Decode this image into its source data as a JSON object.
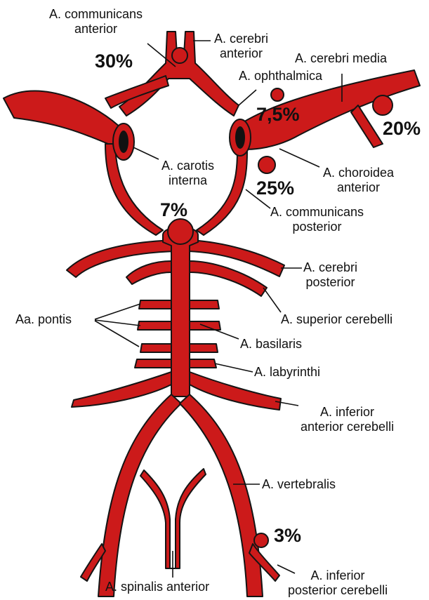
{
  "colors": {
    "vessel": "#cc1a1a",
    "vessel_outline": "#141414",
    "text": "#111111",
    "background": "#ffffff"
  },
  "labels": {
    "communicans_anterior": [
      "A. communicans",
      "anterior"
    ],
    "cerebri_anterior": [
      "A. cerebri",
      "anterior"
    ],
    "cerebri_media": [
      "A. cerebri media"
    ],
    "ophthalmica": [
      "A. ophthalmica"
    ],
    "carotis_interna": [
      "A. carotis",
      "interna"
    ],
    "choroidea_anterior": [
      "A. choroidea",
      "anterior"
    ],
    "communicans_posterior": [
      "A. communicans",
      "posterior"
    ],
    "cerebri_posterior": [
      "A. cerebri",
      "posterior"
    ],
    "pontis": [
      "Aa. pontis"
    ],
    "superior_cerebelli": [
      "A. superior cerebelli"
    ],
    "basilaris": [
      "A. basilaris"
    ],
    "labyrinthi": [
      "A. labyrinthi"
    ],
    "inferior_anterior_cerebelli": [
      "A. inferior",
      "anterior cerebelli"
    ],
    "vertebralis": [
      "A. vertebralis"
    ],
    "spinalis_anterior": [
      "A. spinalis anterior"
    ],
    "inferior_posterior_cerebelli": [
      "A. inferior",
      "posterior cerebelli"
    ]
  },
  "percentages": {
    "acom": "30%",
    "ica_ophthalmic": "7,5%",
    "mca": "20%",
    "pcom": "25%",
    "basilar_tip": "7%",
    "pica": "3%"
  }
}
